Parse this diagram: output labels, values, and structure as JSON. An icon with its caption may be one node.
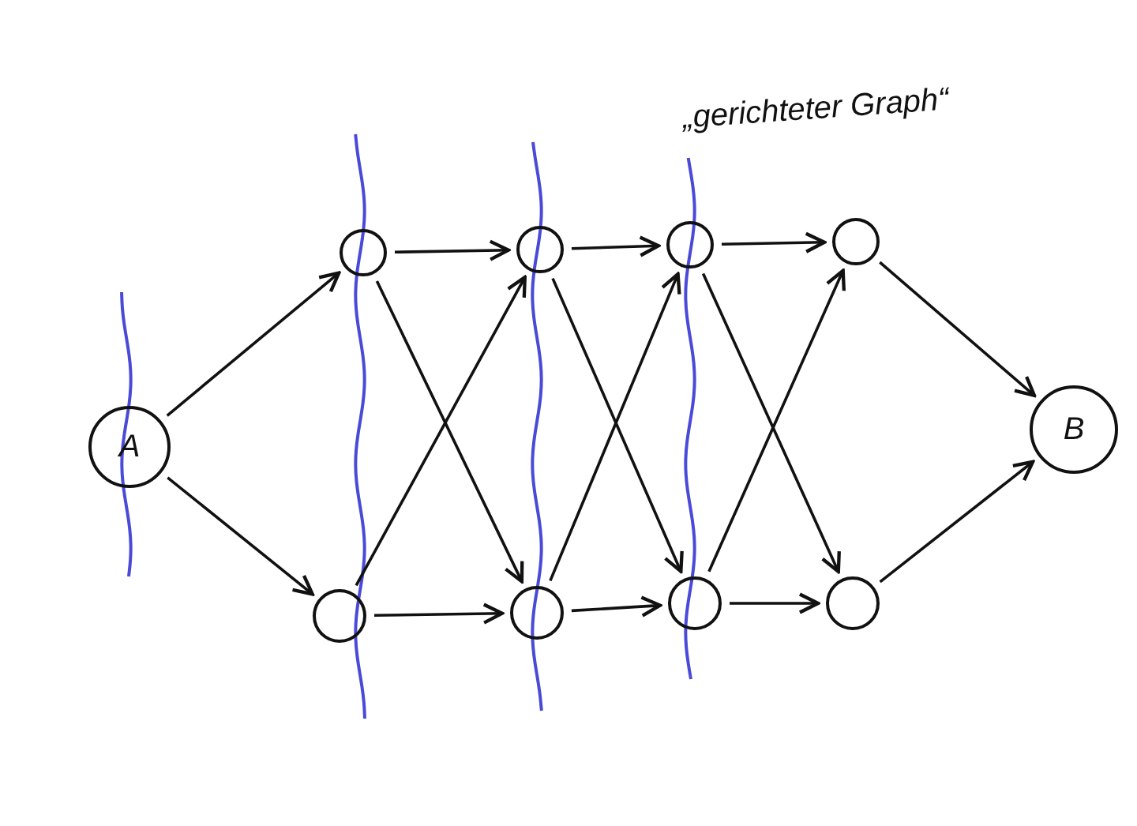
{
  "diagram": {
    "nodes": [
      {
        "text": [
          "A"
        ]
      },
      {
        "text": [],
        "shape": "circle"
      },
      {
        "text": [],
        "shape": "circle"
      },
      {
        "text": [],
        "shape": "circle"
      },
      {
        "text": [],
        "shape": "circle"
      },
      {
        "text": [],
        "shape": "circle"
      },
      {
        "text": [],
        "shape": "circle"
      },
      {
        "text": [],
        "shape": "circle"
      },
      {
        "text": [],
        "shape": "circle"
      },
      {
        "text": [
          "B"
        ]
      }
    ],
    "edges": [
      {
        "from": 0,
        "to": 1,
        "arrow": "to"
      },
      {
        "from": 0,
        "to": 5,
        "arrow": "to"
      },
      {
        "from": 1,
        "to": 2,
        "arrow": "to"
      },
      {
        "from": 2,
        "to": 3,
        "arrow": "to"
      },
      {
        "from": 3,
        "to": 4,
        "arrow": "to"
      },
      {
        "from": 5,
        "to": 6,
        "arrow": "to"
      },
      {
        "from": 6,
        "to": 7,
        "arrow": "to"
      },
      {
        "from": 7,
        "to": 8,
        "arrow": "to"
      },
      {
        "from": 1,
        "to": 6,
        "arrow": "to"
      },
      {
        "from": 5,
        "to": 2,
        "arrow": "to"
      },
      {
        "from": 2,
        "to": 7,
        "arrow": "to"
      },
      {
        "from": 6,
        "to": 3,
        "arrow": "to"
      },
      {
        "from": 3,
        "to": 8,
        "arrow": "to"
      },
      {
        "from": 7,
        "to": 4,
        "arrow": "to"
      },
      {
        "from": 4,
        "to": 9,
        "arrow": "to"
      },
      {
        "from": 8,
        "to": 9,
        "arrow": "to"
      }
    ],
    "labels": [
      "„gerichteter Graph“"
    ]
  }
}
